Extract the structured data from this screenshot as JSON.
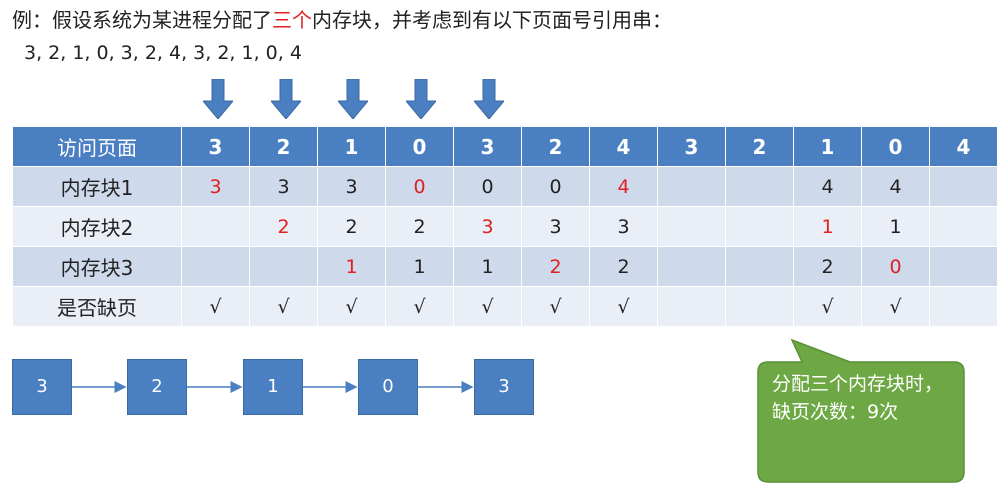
{
  "title": {
    "prefix": "例：假设系统为某进程分配了",
    "highlight": "三个",
    "suffix": "内存块，并考虑到有以下页面号引用串："
  },
  "reference_string": "3,   2,   1,   0,   3,   2,   4,   3,   2,   1,   0,   4",
  "table": {
    "header_label": "访问页面",
    "pages": [
      "3",
      "2",
      "1",
      "0",
      "3",
      "2",
      "4",
      "3",
      "2",
      "1",
      "0",
      "4"
    ],
    "rows": [
      {
        "label": "内存块1",
        "cells": [
          {
            "v": "3",
            "red": true
          },
          {
            "v": "3"
          },
          {
            "v": "3"
          },
          {
            "v": "0",
            "red": true
          },
          {
            "v": "0"
          },
          {
            "v": "0"
          },
          {
            "v": "4",
            "red": true
          },
          {
            "v": ""
          },
          {
            "v": ""
          },
          {
            "v": "4"
          },
          {
            "v": "4"
          },
          {
            "v": ""
          }
        ]
      },
      {
        "label": "内存块2",
        "cells": [
          {
            "v": ""
          },
          {
            "v": "2",
            "red": true
          },
          {
            "v": "2"
          },
          {
            "v": "2"
          },
          {
            "v": "3",
            "red": true
          },
          {
            "v": "3"
          },
          {
            "v": "3"
          },
          {
            "v": ""
          },
          {
            "v": ""
          },
          {
            "v": "1",
            "red": true
          },
          {
            "v": "1"
          },
          {
            "v": ""
          }
        ]
      },
      {
        "label": "内存块3",
        "cells": [
          {
            "v": ""
          },
          {
            "v": ""
          },
          {
            "v": "1",
            "red": true
          },
          {
            "v": "1"
          },
          {
            "v": "1"
          },
          {
            "v": "2",
            "red": true
          },
          {
            "v": "2"
          },
          {
            "v": ""
          },
          {
            "v": ""
          },
          {
            "v": "2"
          },
          {
            "v": "0",
            "red": true
          },
          {
            "v": ""
          }
        ]
      },
      {
        "label": "是否缺页",
        "cells": [
          {
            "v": "√"
          },
          {
            "v": "√"
          },
          {
            "v": "√"
          },
          {
            "v": "√"
          },
          {
            "v": "√"
          },
          {
            "v": "√"
          },
          {
            "v": "√"
          },
          {
            "v": ""
          },
          {
            "v": ""
          },
          {
            "v": "√"
          },
          {
            "v": "√"
          },
          {
            "v": ""
          }
        ]
      }
    ]
  },
  "queue": [
    "3",
    "2",
    "1",
    "0",
    "3"
  ],
  "callout": {
    "text": "分配三个内存块时，缺页次数：9次"
  },
  "colors": {
    "accent_blue": "#4a7fc1",
    "row_dark": "#cfd9ec",
    "row_light": "#e9eef7",
    "highlight_red": "#e02020",
    "callout_green": "#6da845"
  }
}
